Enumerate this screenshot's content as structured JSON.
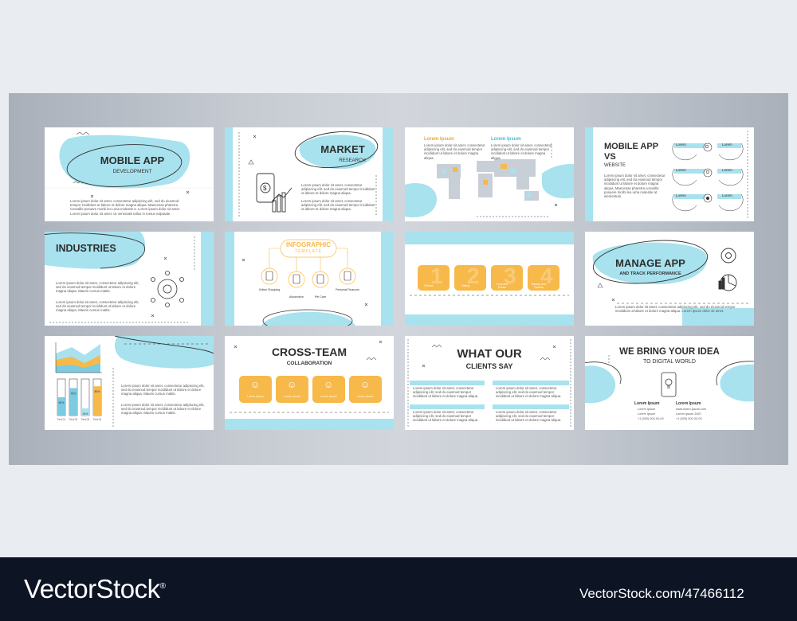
{
  "colors": {
    "accent_blue": "#a8e2ee",
    "accent_orange": "#f7b94a",
    "page_bg": "#e9ecf1",
    "footer_bg": "#0d1524"
  },
  "slides": {
    "s1": {
      "title": "MOBILE APP",
      "subtitle": "DEVELOPMENT",
      "body": "Lorem ipsum dolor sit amet, consectetur adipiscing elit, sed do eiusmod tempor incididunt ut labore et dolore magna aliqua. Maecenas pharetra convallis posuere morbi leo urna molestie a. Lorem ipsum dolor sit amet. Lorem ipsum dolor sit amet. Ut venenatis tellus in metus vulputate."
    },
    "s2": {
      "title": "MARKET",
      "subtitle": "RESEARCH",
      "body1": "Lorem ipsum dolor sit amet, consectetur adipiscing elit, sed do eiusmod tempor incididunt ut labore et dolore magna aliqua.",
      "body2": "Lorem ipsum dolor sit amet, consectetur adipiscing elit, sed do eiusmod tempor incididunt ut labore et dolore magna aliqua."
    },
    "s3": {
      "label1": "Lorem Ipsum",
      "label2": "Lorem Ipsum",
      "body1": "Lorem ipsum dolor sit amet, consectetur adipiscing elit, sed do eiusmod tempor incididunt ut labore et dolore magna aliqua.",
      "body2": "Lorem ipsum dolor sit amet, consectetur adipiscing elit, sed do eiusmod tempor incididunt ut labore et dolore magna aliqua."
    },
    "s4": {
      "title": "MOBILE APP",
      "vs": "VS",
      "subtitle": "WEBSITE",
      "body": "Lorem ipsum dolor sit amet, consectetur adipiscing elit, sed do eiusmod tempor incididunt ut labore et dolore magna aliqua. Maecenas pharetra convallis posuere morbi leo urna molestie at elementum.",
      "pill": "Lorem"
    },
    "s5": {
      "title": "INDUSTRIES",
      "body1": "Lorem ipsum dolor sit amet, consectetur adipiscing elit, sed do eiusmod tempor incididunt ut labore et dolore magna aliqua. Mauris cursus mattis.",
      "body2": "Lorem ipsum dolor sit amet, consectetur adipiscing elit, sed do eiusmod tempor incididunt ut labore et dolore magna aliqua. Mauris cursus mattis."
    },
    "s6": {
      "title": "INFOGRAPHIC",
      "subtitle": "TEMPLATE",
      "items": [
        "Online Shopping",
        "Automotive",
        "Pet Care",
        "Personal Finances"
      ]
    },
    "s7": {
      "items": [
        "Fitness",
        "Dating",
        "Food and Drinks",
        "Beauty and Fashion"
      ],
      "numbers": [
        "1",
        "2",
        "3",
        "4"
      ]
    },
    "s8": {
      "title": "MANAGE APP",
      "subtitle": "AND TRACK PERFORMANCE",
      "body": "Lorem ipsum dolor sit amet, consectetur adipiscing elit, sed do eiusmod tempor incididunt ut labore et dolore magna aliqua. Lorem ipsum dolor sit amet."
    },
    "s9": {
      "bars": [
        {
          "label": "Text 01",
          "value": "50%"
        },
        {
          "label": "Text 02",
          "value": "75%"
        },
        {
          "label": "Text 03",
          "value": "20%"
        },
        {
          "label": "Text 04",
          "value": "80%"
        }
      ],
      "body1": "Lorem ipsum dolor sit amet, consectetur adipiscing elit, sed do eiusmod tempor incididunt ut labore et dolore magna aliqua. Mauris cursus mattis.",
      "body2": "Lorem ipsum dolor sit amet, consectetur adipiscing elit, sed do eiusmod tempor incididunt ut labore et dolore magna aliqua. Mauris cursus mattis."
    },
    "s10": {
      "title": "CROSS-TEAM",
      "subtitle": "COLLABORATION",
      "card": "Lorem Ipsum"
    },
    "s11": {
      "title": "WHAT OUR",
      "subtitle": "CLIENTS SAY",
      "quote": "Lorem ipsum dolor sit amet, consectetur adipiscing elit, sed do eiusmod tempor incididunt ut labore et dolore magna aliqua."
    },
    "s12": {
      "title": "WE BRING YOUR IDEA",
      "subtitle": "TO DIGITAL WORLD",
      "col1_title": "Lorem Ipsum",
      "col2_title": "Lorem Ipsum",
      "col1_lines": [
        "Lorem Ipsum",
        "Lorem Ipsum",
        "+1 (000) 000-00-00"
      ],
      "col2_lines": [
        "www.lorem-ipsum.com",
        "Lorem Ipsum 2020",
        "+1 (000) 000-00-00"
      ]
    }
  },
  "footer": {
    "brand": "VectorStock",
    "registered": "®",
    "image_id": "VectorStock.com/47466112"
  }
}
